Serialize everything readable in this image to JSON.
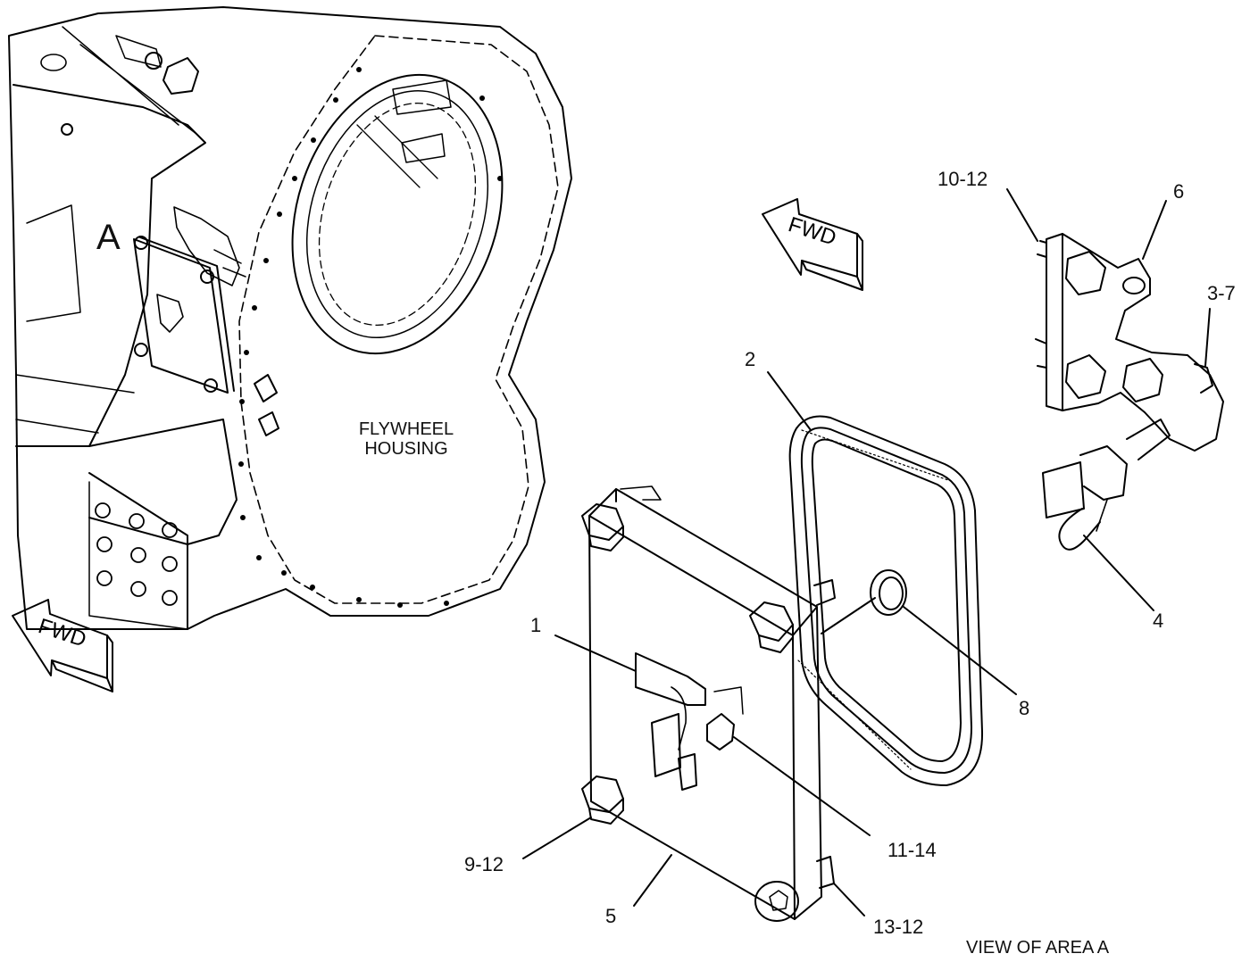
{
  "view_marker": "A",
  "housing_label": [
    "FLYWHEEL",
    "HOUSING"
  ],
  "fwd_arrows": [
    "FWD",
    "FWD"
  ],
  "view_caption": "VIEW OF AREA A",
  "callouts": {
    "c1": "1",
    "c2": "2",
    "c37": "3-7",
    "c4": "4",
    "c5": "5",
    "c6": "6",
    "c8": "8",
    "c912": "9-12",
    "c1012": "10-12",
    "c1114": "11-14",
    "c1312": "13-12"
  }
}
